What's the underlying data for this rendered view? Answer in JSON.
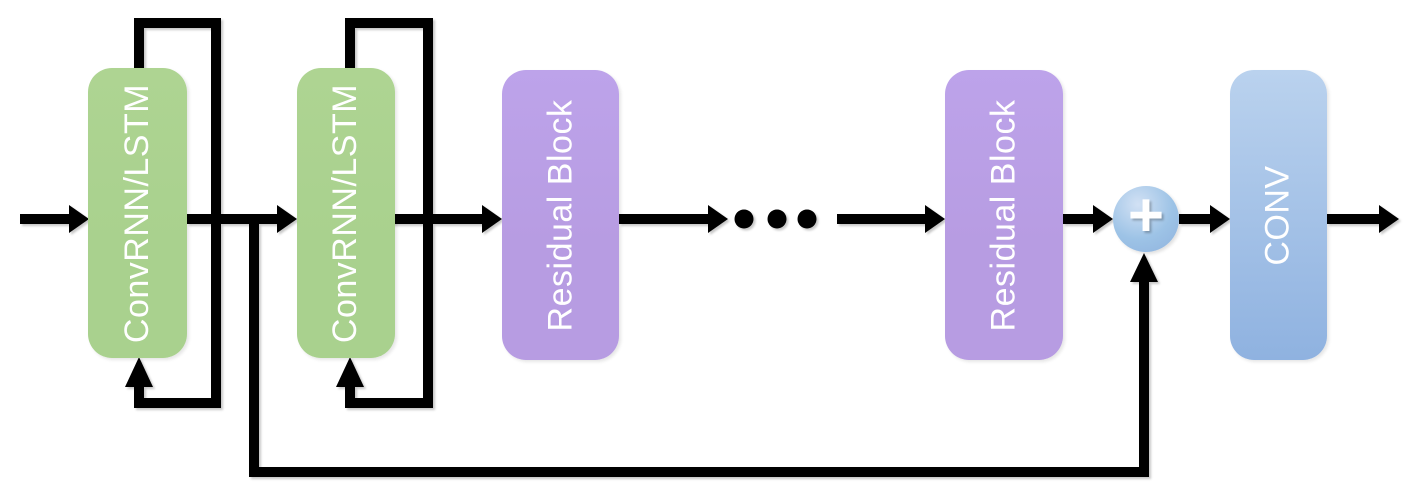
{
  "figure": {
    "background": "#ffffff",
    "nodes": {
      "convrnn1": {
        "label": "ConvRNN/LSTM",
        "shape": "rounded-rect",
        "color": "#a9d18e",
        "recurrent": true
      },
      "convrnn2": {
        "label": "ConvRNN/LSTM",
        "shape": "rounded-rect",
        "color": "#a9d18e",
        "recurrent": true
      },
      "residual1": {
        "label": "Residual Block",
        "shape": "rounded-rect",
        "color": "#b79ce2"
      },
      "residual2": {
        "label": "Residual Block",
        "shape": "rounded-rect",
        "color": "#b79ce2"
      },
      "sum": {
        "label": "+",
        "shape": "circle",
        "color": "#9dc3e6"
      },
      "conv": {
        "label": "CONV",
        "shape": "rounded-rect",
        "color": "#a5c4ea"
      }
    },
    "ellipsis": "• • •",
    "edges": [
      "input → convrnn1",
      "convrnn1 → convrnn1 (recurrent feedback loop)",
      "convrnn1 → convrnn2",
      "convrnn2 → convrnn2 (recurrent feedback loop)",
      "convrnn2 → residual1",
      "residual1 → … → residual2",
      "residual2 → sum",
      "convrnn1 output → sum (long skip connection along bottom)",
      "sum → conv",
      "conv → output"
    ],
    "colors": {
      "background": "#ffffff",
      "wire": "#000000",
      "label": "#ffffff",
      "green": "#a9d18e",
      "purple": "#b79ce2",
      "conv_top": "#bad2ee",
      "conv_bottom": "#8fb2e0",
      "sum_light": "#d2e1f4",
      "sum_mid": "#9dc3e6",
      "sum_dark": "#8fb2de"
    }
  }
}
